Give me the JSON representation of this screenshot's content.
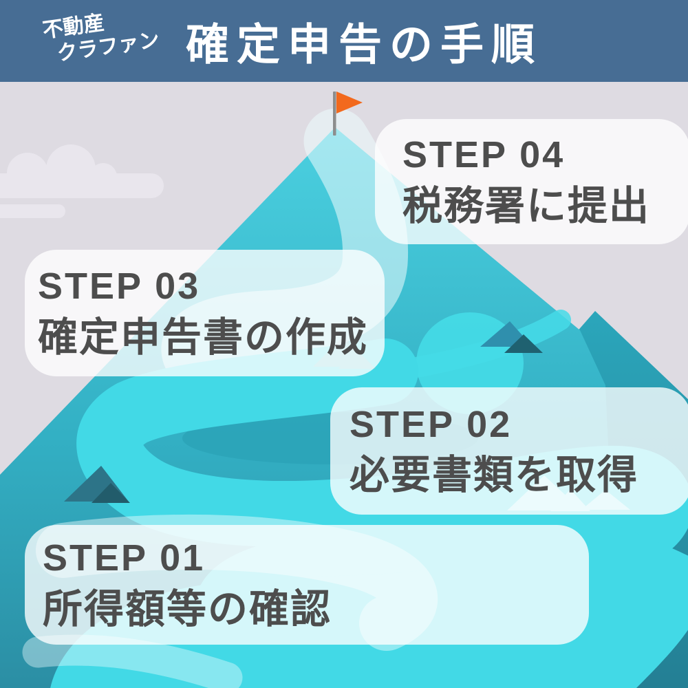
{
  "header": {
    "badge_line1": "不動産",
    "badge_line2": "クラファン",
    "title": "確定申告の手順"
  },
  "steps": [
    {
      "label": "STEP 01",
      "description": "所得額等の確認"
    },
    {
      "label": "STEP 02",
      "description": "必要書類を取得"
    },
    {
      "label": "STEP 03",
      "description": "確定申告書の作成"
    },
    {
      "label": "STEP 04",
      "description": "税務署に提出"
    }
  ],
  "colors": {
    "header_bg": "#476d94",
    "background": "#dedbe2",
    "cloud": "#e9e6ed",
    "mountain_top": "#4bd0e0",
    "mountain_bottom": "#2b8ea4",
    "mountain_dark": "#2ba6bb",
    "trail_bright": "#42d9e6",
    "trail_pale": "#edfbfd",
    "tree_dark": "#225c6b",
    "tree_blue": "#2f8fad",
    "flag": "#f2691d",
    "flag_pole": "#8d8d8d",
    "card_bg": "rgba(255,255,255,0.78)",
    "card_text": "#4d4d4d"
  }
}
